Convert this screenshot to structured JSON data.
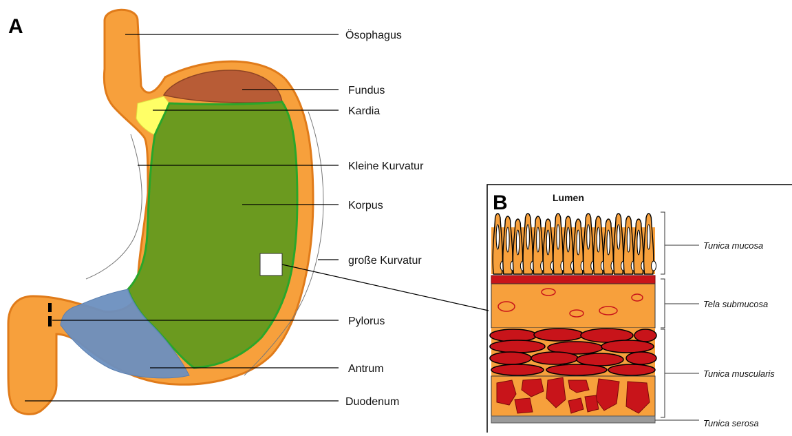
{
  "panels": {
    "a": "A",
    "b": "B"
  },
  "stomach_labels": {
    "oesophagus": "Ösophagus",
    "fundus": "Fundus",
    "kardia": "Kardia",
    "kleine_kurvatur": "Kleine Kurvatur",
    "korpus": "Korpus",
    "grosse_kurvatur": "große Kurvatur",
    "pylorus": "Pylorus",
    "antrum": "Antrum",
    "duodenum": "Duodenum"
  },
  "wall_section": {
    "lumen": "Lumen",
    "layers": {
      "tunica_mucosa": "Tunica mucosa",
      "tela_submucosa": "Tela submucosa",
      "tunica_muscularis": "Tunica muscularis",
      "tunica_serosa": "Tunica serosa"
    }
  },
  "colors": {
    "wall_orange": "#f7a03c",
    "outline_orange": "#e07b1a",
    "fundus_brown": "#b85c36",
    "kardia_yellow": "#ffff66",
    "korpus_green": "#6b9a1f",
    "green_outline": "#2aa62a",
    "antrum_blue": "#6b8fbf",
    "muscle_red": "#c8141a",
    "serosa_gray": "#9a9a9a"
  }
}
